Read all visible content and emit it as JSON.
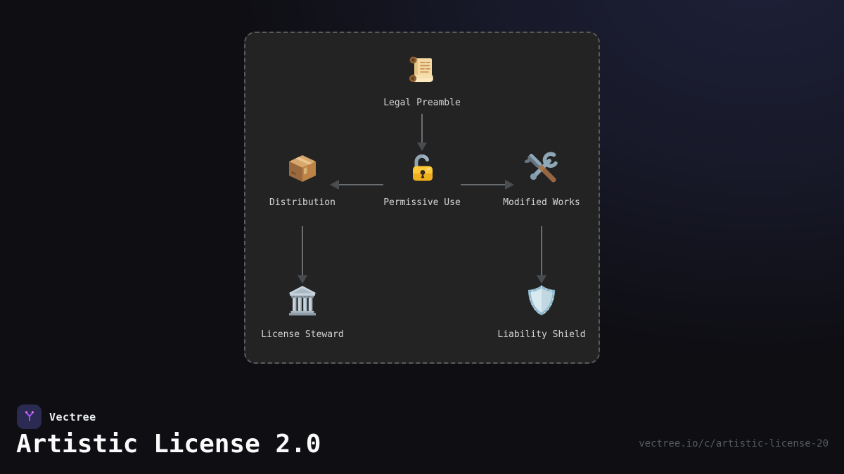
{
  "diagram": {
    "nodes": [
      {
        "id": "legal-preamble",
        "label": "Legal Preamble",
        "icon": "scroll-icon"
      },
      {
        "id": "permissive-use",
        "label": "Permissive Use",
        "icon": "unlocked-padlock-icon"
      },
      {
        "id": "distribution",
        "label": "Distribution",
        "icon": "package-icon"
      },
      {
        "id": "modified-works",
        "label": "Modified Works",
        "icon": "hammer-and-wrench-icon"
      },
      {
        "id": "license-steward",
        "label": "License Steward",
        "icon": "classical-building-icon"
      },
      {
        "id": "liability-shield",
        "label": "Liability Shield",
        "icon": "shield-icon"
      }
    ],
    "edges": [
      {
        "from": "legal-preamble",
        "to": "permissive-use",
        "direction": "down"
      },
      {
        "from": "permissive-use",
        "to": "distribution",
        "direction": "left"
      },
      {
        "from": "permissive-use",
        "to": "modified-works",
        "direction": "right"
      },
      {
        "from": "distribution",
        "to": "license-steward",
        "direction": "down"
      },
      {
        "from": "modified-works",
        "to": "liability-shield",
        "direction": "down"
      }
    ]
  },
  "footer": {
    "brand": "Vectree",
    "title": "Artistic License 2.0",
    "url": "vectree.io/c/artistic-license-20"
  },
  "colors": {
    "background": "#0e0e13",
    "background_glow": "#1d2038",
    "panel_bg": "#232323",
    "panel_border": "#5a5a5a",
    "arrow": "#6b6e71",
    "label_text": "#d6d6d6",
    "brand_accent": "#a855f7",
    "logo_bg": "#2b2a52",
    "url_text": "#565b63"
  }
}
